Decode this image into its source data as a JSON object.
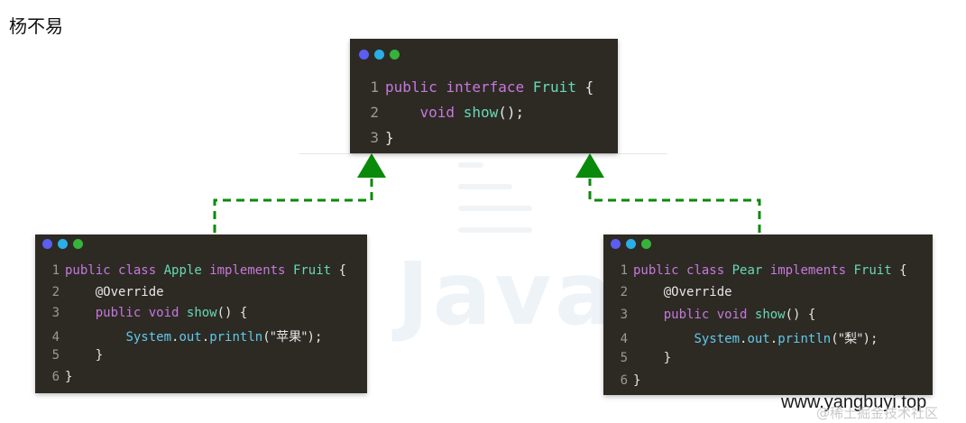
{
  "author": "杨不易",
  "watermark_text": "Java",
  "footer": {
    "url": "www.yangbuyi.top",
    "community": "@稀土掘金技术社区"
  },
  "colors": {
    "code_bg": "#2d2a24",
    "arrow": "#0a8a0a",
    "keyword": "#c678dd",
    "name": "#66d9b8",
    "type": "#61c8ea"
  },
  "interface_card": {
    "lines": [
      {
        "n": "1",
        "tokens": [
          {
            "t": "kw",
            "v": "public"
          },
          {
            "t": "p",
            "v": " "
          },
          {
            "t": "kw",
            "v": "interface"
          },
          {
            "t": "p",
            "v": " "
          },
          {
            "t": "nm",
            "v": "Fruit"
          },
          {
            "t": "p",
            "v": " {"
          }
        ]
      },
      {
        "n": "2",
        "tokens": [
          {
            "t": "p",
            "v": "    "
          },
          {
            "t": "kw",
            "v": "void"
          },
          {
            "t": "p",
            "v": " "
          },
          {
            "t": "nm",
            "v": "show"
          },
          {
            "t": "p",
            "v": "();"
          }
        ]
      },
      {
        "n": "3",
        "tokens": [
          {
            "t": "p",
            "v": "}"
          }
        ]
      }
    ]
  },
  "apple_card": {
    "lines": [
      {
        "n": "1",
        "tokens": [
          {
            "t": "kw",
            "v": "public"
          },
          {
            "t": "p",
            "v": " "
          },
          {
            "t": "kw",
            "v": "class"
          },
          {
            "t": "p",
            "v": " "
          },
          {
            "t": "nm",
            "v": "Apple"
          },
          {
            "t": "p",
            "v": " "
          },
          {
            "t": "kw",
            "v": "implements"
          },
          {
            "t": "p",
            "v": " "
          },
          {
            "t": "nm",
            "v": "Fruit"
          },
          {
            "t": "p",
            "v": " {"
          }
        ]
      },
      {
        "n": "2",
        "tokens": [
          {
            "t": "p",
            "v": "    "
          },
          {
            "t": "an",
            "v": "@Override"
          }
        ]
      },
      {
        "n": "3",
        "tokens": [
          {
            "t": "p",
            "v": "    "
          },
          {
            "t": "kw",
            "v": "public"
          },
          {
            "t": "p",
            "v": " "
          },
          {
            "t": "kw",
            "v": "void"
          },
          {
            "t": "p",
            "v": " "
          },
          {
            "t": "nm",
            "v": "show"
          },
          {
            "t": "p",
            "v": "() {"
          }
        ]
      },
      {
        "n": "4",
        "tokens": [
          {
            "t": "p",
            "v": "        "
          },
          {
            "t": "ty",
            "v": "System"
          },
          {
            "t": "p",
            "v": "."
          },
          {
            "t": "ty",
            "v": "out"
          },
          {
            "t": "p",
            "v": "."
          },
          {
            "t": "ty",
            "v": "println"
          },
          {
            "t": "p",
            "v": "("
          },
          {
            "t": "st",
            "v": "\"苹果\""
          },
          {
            "t": "p",
            "v": ");"
          }
        ]
      },
      {
        "n": "5",
        "tokens": [
          {
            "t": "p",
            "v": "    }"
          }
        ]
      },
      {
        "n": "6",
        "tokens": [
          {
            "t": "p",
            "v": "}"
          }
        ]
      }
    ]
  },
  "pear_card": {
    "lines": [
      {
        "n": "1",
        "tokens": [
          {
            "t": "kw",
            "v": "public"
          },
          {
            "t": "p",
            "v": " "
          },
          {
            "t": "kw",
            "v": "class"
          },
          {
            "t": "p",
            "v": " "
          },
          {
            "t": "nm",
            "v": "Pear"
          },
          {
            "t": "p",
            "v": " "
          },
          {
            "t": "kw",
            "v": "implements"
          },
          {
            "t": "p",
            "v": " "
          },
          {
            "t": "nm",
            "v": "Fruit"
          },
          {
            "t": "p",
            "v": " {"
          }
        ]
      },
      {
        "n": "2",
        "tokens": [
          {
            "t": "p",
            "v": "    "
          },
          {
            "t": "an",
            "v": "@Override"
          }
        ]
      },
      {
        "n": "3",
        "tokens": [
          {
            "t": "p",
            "v": "    "
          },
          {
            "t": "kw",
            "v": "public"
          },
          {
            "t": "p",
            "v": " "
          },
          {
            "t": "kw",
            "v": "void"
          },
          {
            "t": "p",
            "v": " "
          },
          {
            "t": "nm",
            "v": "show"
          },
          {
            "t": "p",
            "v": "() {"
          }
        ]
      },
      {
        "n": "4",
        "tokens": [
          {
            "t": "p",
            "v": "        "
          },
          {
            "t": "ty",
            "v": "System"
          },
          {
            "t": "p",
            "v": "."
          },
          {
            "t": "ty",
            "v": "out"
          },
          {
            "t": "p",
            "v": "."
          },
          {
            "t": "ty",
            "v": "println"
          },
          {
            "t": "p",
            "v": "("
          },
          {
            "t": "st",
            "v": "\"梨\""
          },
          {
            "t": "p",
            "v": ");"
          }
        ]
      },
      {
        "n": "5",
        "tokens": [
          {
            "t": "p",
            "v": "    }"
          }
        ]
      },
      {
        "n": "6",
        "tokens": [
          {
            "t": "p",
            "v": "}"
          }
        ]
      }
    ]
  }
}
